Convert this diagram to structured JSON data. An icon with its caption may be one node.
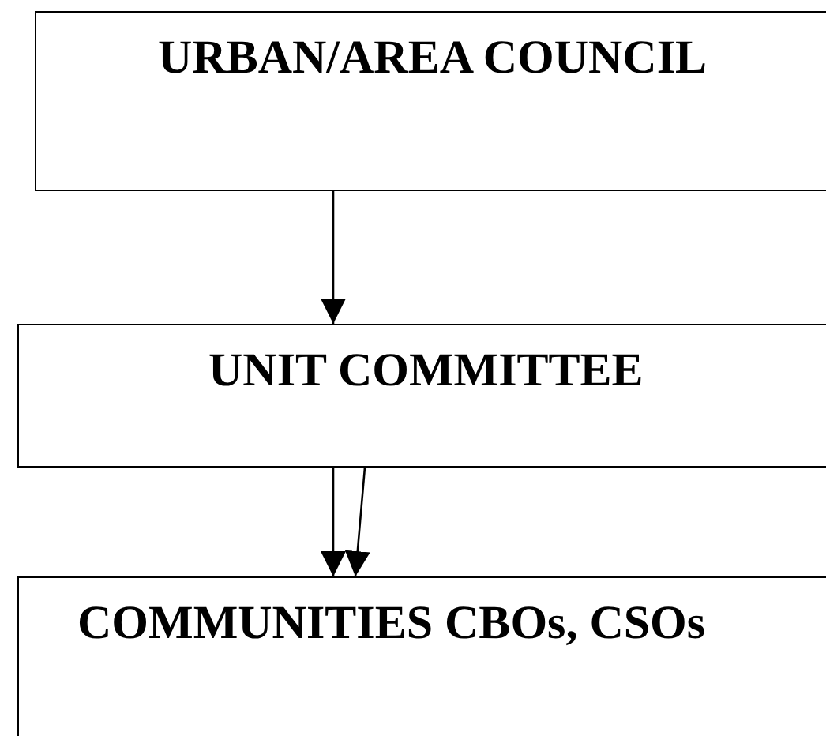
{
  "diagram": {
    "nodes": [
      {
        "text": [
          "URBAN/AREA COUNCIL"
        ]
      },
      {
        "text": [
          "UNIT COMMITTEE"
        ]
      },
      {
        "text": [
          "COMMUNITIES CBOs, CSOs"
        ]
      }
    ],
    "edges": [
      {
        "from": 0,
        "to": 1,
        "arrow": "to"
      },
      {
        "from": 1,
        "to": 2,
        "arrow": "to"
      },
      {
        "from": 1,
        "to": 2,
        "arrow": "to"
      }
    ]
  }
}
